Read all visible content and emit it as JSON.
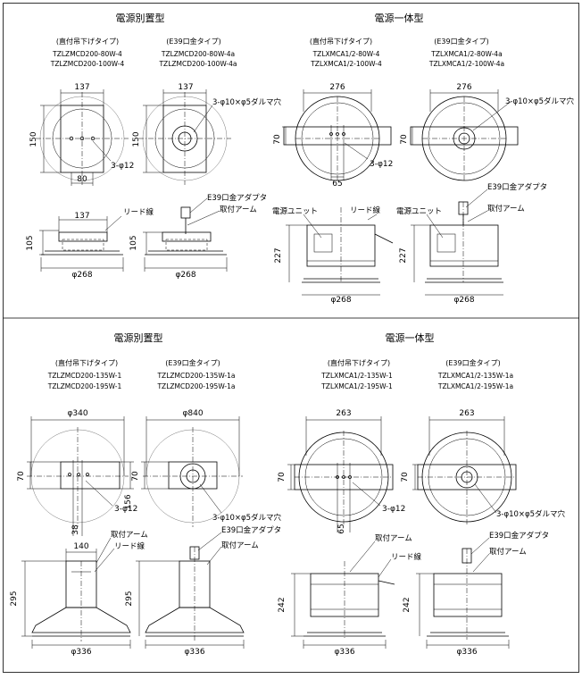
{
  "top": {
    "left_title": "電源別置型",
    "right_title": "電源一体型",
    "cols": [
      {
        "type": "(直付吊下げタイプ)",
        "models": [
          "TZLZMCD200-80W-4",
          "TZLZMCD200-100W-4"
        ]
      },
      {
        "type": "(E39口金タイプ)",
        "models": [
          "TZLZMCD200-80W-4a",
          "TZLZMCD200-100W-4a"
        ]
      },
      {
        "type": "(直付吊下げタイプ)",
        "models": [
          "TZLXMCA1/2-80W-4",
          "TZLXMCA1/2-100W-4"
        ]
      },
      {
        "type": "(E39口金タイプ)",
        "models": [
          "TZLXMCA1/2-80W-4a",
          "TZLXMCA1/2-100W-4a"
        ]
      }
    ],
    "dims": {
      "w137": "137",
      "h150": "150",
      "hole3": "3-φ12",
      "w80": "80",
      "holeE39": "3-φ10×φ5ダルマ穴",
      "w276": "276",
      "h70": "70",
      "w65": "65",
      "h105": "105",
      "d268": "φ268",
      "h227": "227"
    },
    "labels": {
      "lead": "リード線",
      "adapter": "E39口金アダプタ",
      "arm": "取付アーム",
      "psu": "電源ユニット"
    }
  },
  "bottom": {
    "left_title": "電源別置型",
    "right_title": "電源一体型",
    "cols": [
      {
        "type": "(直付吊下げタイプ)",
        "models": [
          "TZLZMCD200-135W-1",
          "TZLZMCD200-195W-1"
        ]
      },
      {
        "type": "(E39口金タイプ)",
        "models": [
          "TZLZMCD200-135W-1a",
          "TZLZMCD200-195W-1a"
        ]
      },
      {
        "type": "(直付吊下げタイプ)",
        "models": [
          "TZLXMCA1/2-135W-1",
          "TZLXMCA1/2-195W-1"
        ]
      },
      {
        "type": "(E39口金タイプ)",
        "models": [
          "TZLXMCA1/2-135W-1a",
          "TZLXMCA1/2-195W-1a"
        ]
      }
    ],
    "dims": {
      "d340": "φ340",
      "d840": "φ840",
      "w263": "263",
      "h70": "70",
      "h156": "156",
      "w65": "65",
      "hole3": "3-φ12",
      "holeE39": "3-φ10×φ5ダルマ穴",
      "w140": "140",
      "h295": "295",
      "d336": "φ336",
      "h242": "242",
      "w38": "38"
    },
    "labels": {
      "lead": "リード線",
      "adapter": "E39口金アダプタ",
      "arm": "取付アーム"
    }
  }
}
